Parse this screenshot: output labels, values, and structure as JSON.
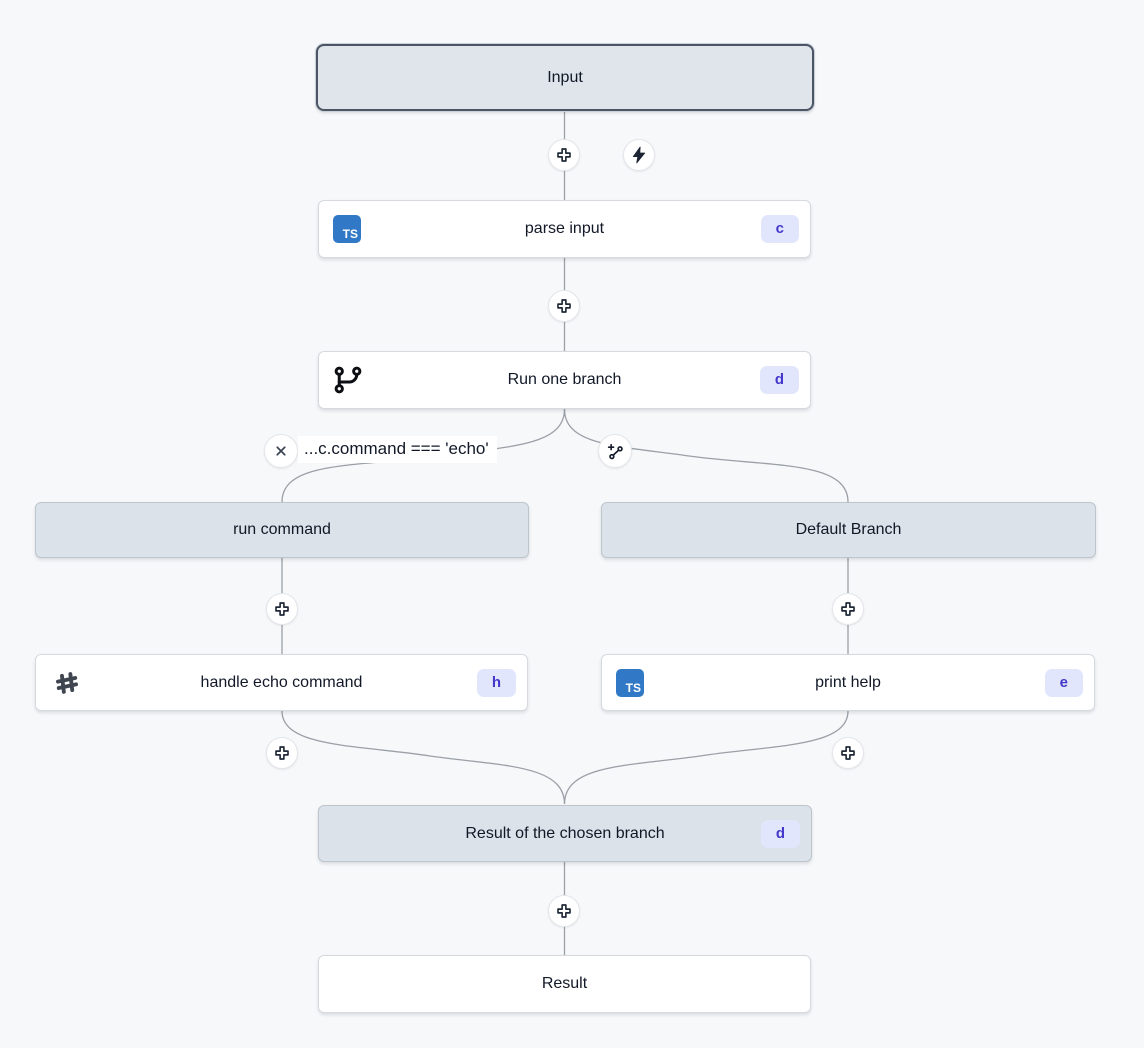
{
  "app": {
    "view": "flow-graph-editor"
  },
  "nodes": {
    "input": {
      "label": "Input"
    },
    "parse_input": {
      "label": "parse input",
      "badge": "c",
      "lang_icon_text": "TS"
    },
    "run_one_branch": {
      "label": "Run one branch",
      "badge": "d"
    },
    "branch_condition": {
      "label": "...c.command === 'echo'"
    },
    "run_command": {
      "label": "run command"
    },
    "default_branch": {
      "label": "Default Branch"
    },
    "handle_echo_command": {
      "label": "handle echo command",
      "badge": "h"
    },
    "print_help": {
      "label": "print help",
      "badge": "e",
      "lang_icon_text": "TS"
    },
    "result_of_chosen_branch": {
      "label": "Result of the chosen branch",
      "badge": "d"
    },
    "result": {
      "label": "Result"
    }
  },
  "icons": {
    "plus": "add-step-icon",
    "bolt": "trigger-bolt-icon",
    "typescript": "typescript-icon",
    "branch": "branch-split-icon",
    "hash": "hash-icon",
    "close": "close-icon",
    "add_branch": "add-branch-icon"
  },
  "colors": {
    "page_bg": "#f7f8fa",
    "node_bg": "#ffffff",
    "header_node_bg": "#dbe2e9",
    "selected_border": "#4b5563",
    "badge_bg": "#e1e6fc",
    "badge_text": "#4338ca",
    "typescript_blue": "#3178c6",
    "edge": "#9aa0a6"
  }
}
